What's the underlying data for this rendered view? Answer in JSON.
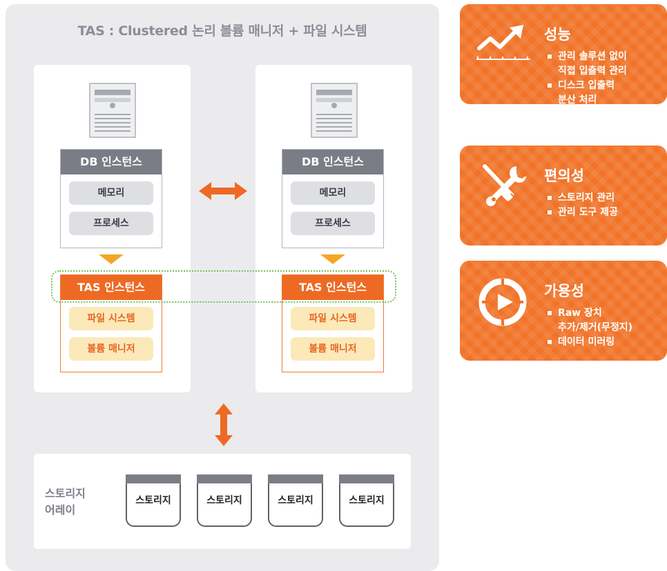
{
  "title": "TAS : Clustered 논리 볼륨 매니저 + 파일 시스템",
  "nodes": [
    {
      "db_title": "DB 인스턴스",
      "db_items": [
        "메모리",
        "프로세스"
      ],
      "tas_title": "TAS 인스턴스",
      "tas_items": [
        "파일 시스템",
        "볼륨 매니저"
      ]
    },
    {
      "db_title": "DB 인스턴스",
      "db_items": [
        "메모리",
        "프로세스"
      ],
      "tas_title": "TAS 인스턴스",
      "tas_items": [
        "파일 시스템",
        "볼륨 매니저"
      ]
    }
  ],
  "storage": {
    "label_line1": "스토리지",
    "label_line2": "어레이",
    "disks": [
      "스토리지",
      "스토리지",
      "스토리지",
      "스토리지"
    ]
  },
  "features": [
    {
      "icon": "trend-up-icon",
      "title": "성능",
      "bullets": [
        "관리 솔루션 없이\n직접 입출력 관리",
        "디스크 입출력\n분산 처리"
      ]
    },
    {
      "icon": "tools-icon",
      "title": "편의성",
      "bullets": [
        "스토리지 관리",
        "관리 도구 제공"
      ]
    },
    {
      "icon": "availability-play-icon",
      "title": "가용성",
      "bullets": [
        "Raw 장치\n추가/제거(무정지)",
        "데이터 미러링"
      ]
    }
  ],
  "colors": {
    "orange": "#ee6a24",
    "card_orange": "#f07328",
    "gray_header": "#7a7d85",
    "yellow_item": "#fbe9b9",
    "green_dotted": "#74c05a",
    "panel_bg": "#ebebee"
  }
}
